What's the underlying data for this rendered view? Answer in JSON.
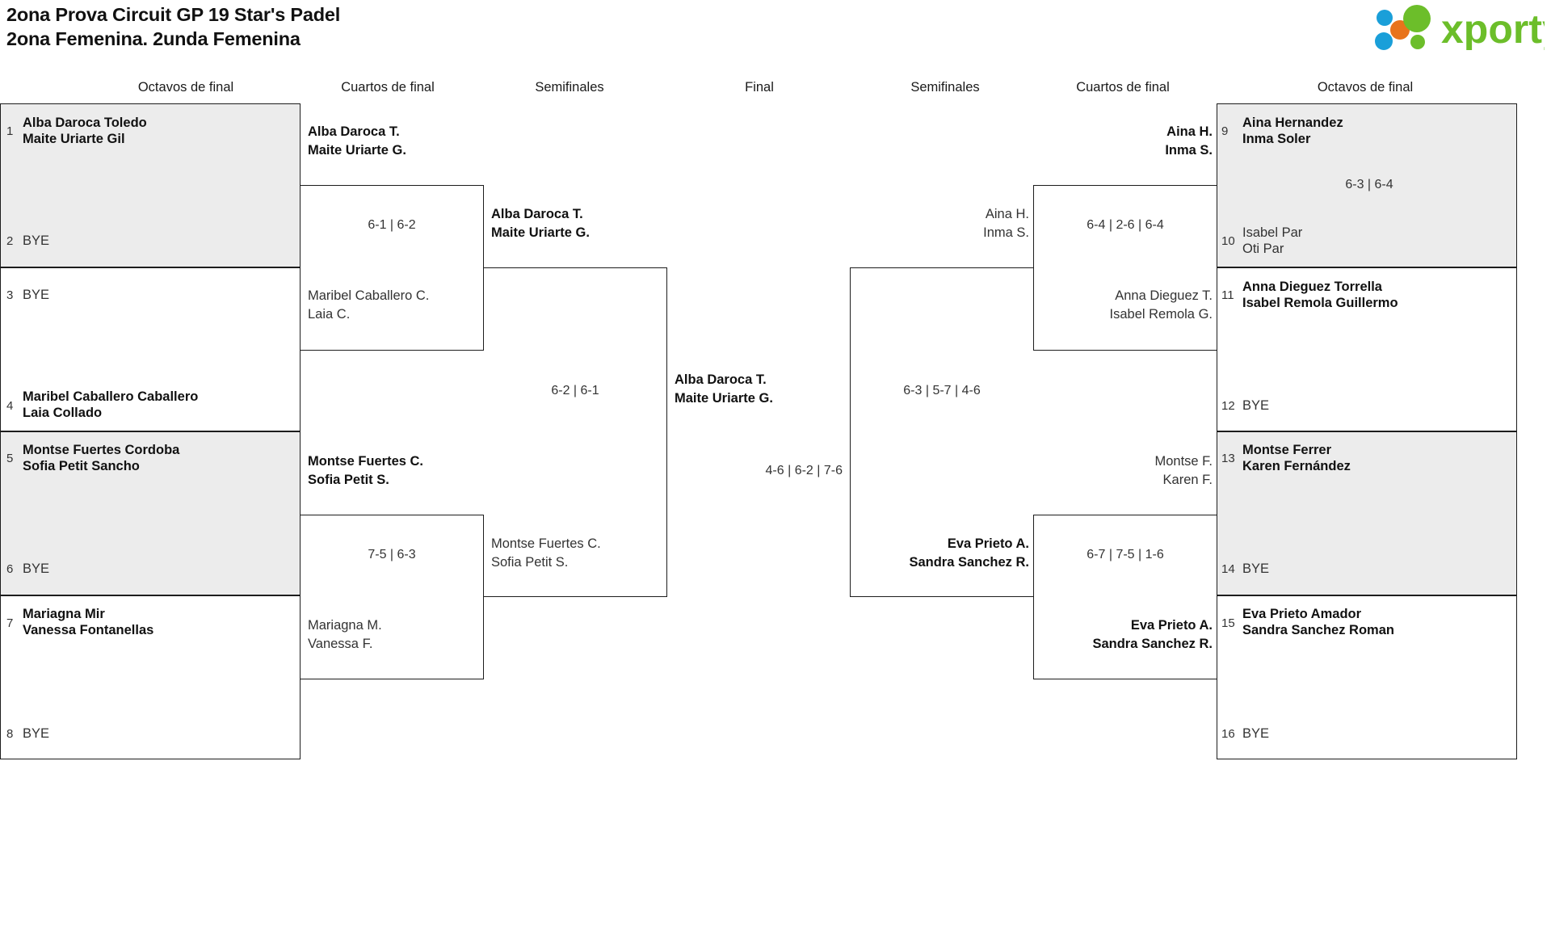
{
  "header": {
    "title_line1": "2ona Prova Circuit GP 19 Star's Padel",
    "title_line2": "2ona Femenina. 2unda Femenina",
    "logo_text": "xporty",
    "logo_colors": {
      "green": "#6cbe2a",
      "orange": "#e8731b",
      "blue": "#1a9fd9"
    }
  },
  "round_labels": {
    "left_r16": "Octavos de final",
    "left_qf": "Cuartos de final",
    "left_sf": "Semifinales",
    "final": "Final",
    "right_sf": "Semifinales",
    "right_qf": "Cuartos de final",
    "right_r16": "Octavos de final"
  },
  "left_round16": [
    {
      "seed": "1",
      "line1": "Alba Daroca Toledo",
      "line2": "Maite Uriarte Gil",
      "winner": true,
      "bye": false,
      "shaded": true
    },
    {
      "seed": "2",
      "line1": "BYE",
      "line2": "",
      "winner": false,
      "bye": true,
      "shaded": true
    },
    {
      "seed": "3",
      "line1": "BYE",
      "line2": "",
      "winner": false,
      "bye": true,
      "shaded": false
    },
    {
      "seed": "4",
      "line1": "Maribel Caballero Caballero",
      "line2": "Laia Collado",
      "winner": true,
      "bye": false,
      "shaded": false
    },
    {
      "seed": "5",
      "line1": "Montse Fuertes Cordoba",
      "line2": "Sofia Petit Sancho",
      "winner": true,
      "bye": false,
      "shaded": true
    },
    {
      "seed": "6",
      "line1": "BYE",
      "line2": "",
      "winner": false,
      "bye": true,
      "shaded": true
    },
    {
      "seed": "7",
      "line1": "Mariagna Mir",
      "line2": "Vanessa Fontanellas",
      "winner": true,
      "bye": false,
      "shaded": false
    },
    {
      "seed": "8",
      "line1": "BYE",
      "line2": "",
      "winner": false,
      "bye": true,
      "shaded": false
    }
  ],
  "right_round16": [
    {
      "seed": "9",
      "line1": "Aina Hernandez",
      "line2": "Inma Soler",
      "winner": true,
      "bye": false,
      "shaded": true,
      "score": "6-3 | 6-4"
    },
    {
      "seed": "10",
      "line1": "Isabel Par",
      "line2": "Oti Par",
      "winner": false,
      "bye": false,
      "shaded": true
    },
    {
      "seed": "11",
      "line1": "Anna Dieguez Torrella",
      "line2": "Isabel Remola Guillermo",
      "winner": true,
      "bye": false,
      "shaded": false
    },
    {
      "seed": "12",
      "line1": "BYE",
      "line2": "",
      "winner": false,
      "bye": true,
      "shaded": false
    },
    {
      "seed": "13",
      "line1": "Montse Ferrer",
      "line2": "Karen Fernández",
      "winner": true,
      "bye": false,
      "shaded": true
    },
    {
      "seed": "14",
      "line1": "BYE",
      "line2": "",
      "winner": false,
      "bye": true,
      "shaded": true
    },
    {
      "seed": "15",
      "line1": "Eva Prieto Amador",
      "line2": "Sandra Sanchez Roman",
      "winner": true,
      "bye": false,
      "shaded": false
    },
    {
      "seed": "16",
      "line1": "BYE",
      "line2": "",
      "winner": false,
      "bye": true,
      "shaded": false
    }
  ],
  "left_quarters": [
    {
      "score": "6-1 | 6-2",
      "top": {
        "line1": "Alba Daroca T.",
        "line2": "Maite Uriarte G.",
        "winner": true
      },
      "bottom": {
        "line1": "Maribel Caballero C.",
        "line2": "Laia C.",
        "winner": false
      }
    },
    {
      "score": "7-5 | 6-3",
      "top": {
        "line1": "Montse Fuertes C.",
        "line2": "Sofia Petit S.",
        "winner": true
      },
      "bottom": {
        "line1": "Mariagna M.",
        "line2": "Vanessa F.",
        "winner": false
      }
    }
  ],
  "left_semifinal": {
    "score": "6-2 | 6-1",
    "top": {
      "line1": "Alba Daroca T.",
      "line2": "Maite Uriarte G.",
      "winner": true
    },
    "bottom": {
      "line1": "Montse Fuertes C.",
      "line2": "Sofia Petit S.",
      "winner": false
    }
  },
  "final": {
    "score": "4-6 | 6-2 | 7-6",
    "top": {
      "line1": "Alba Daroca T.",
      "line2": "Maite Uriarte G.",
      "winner": true
    },
    "bottom": {
      "line1": "Eva Prieto A.",
      "line2": "Sandra Sanchez R.",
      "winner": false
    }
  },
  "right_semifinal": {
    "score": "6-3 | 5-7 | 4-6",
    "top": {
      "line1": "Aina H.",
      "line2": "Inma S.",
      "winner": false
    },
    "bottom": {
      "line1": "Eva Prieto A.",
      "line2": "Sandra Sanchez R.",
      "winner": true
    }
  },
  "right_quarters": [
    {
      "score": "6-4 | 2-6 | 6-4",
      "top": {
        "line1": "Aina H.",
        "line2": "Inma S.",
        "winner": true
      },
      "bottom": {
        "line1": "Anna Dieguez T.",
        "line2": "Isabel Remola G.",
        "winner": false
      }
    },
    {
      "score": "6-7 | 7-5 | 1-6",
      "top": {
        "line1": "Montse F.",
        "line2": "Karen F.",
        "winner": false
      },
      "bottom": {
        "line1": "Eva Prieto A.",
        "line2": "Sandra Sanchez R.",
        "winner": true
      }
    }
  ]
}
